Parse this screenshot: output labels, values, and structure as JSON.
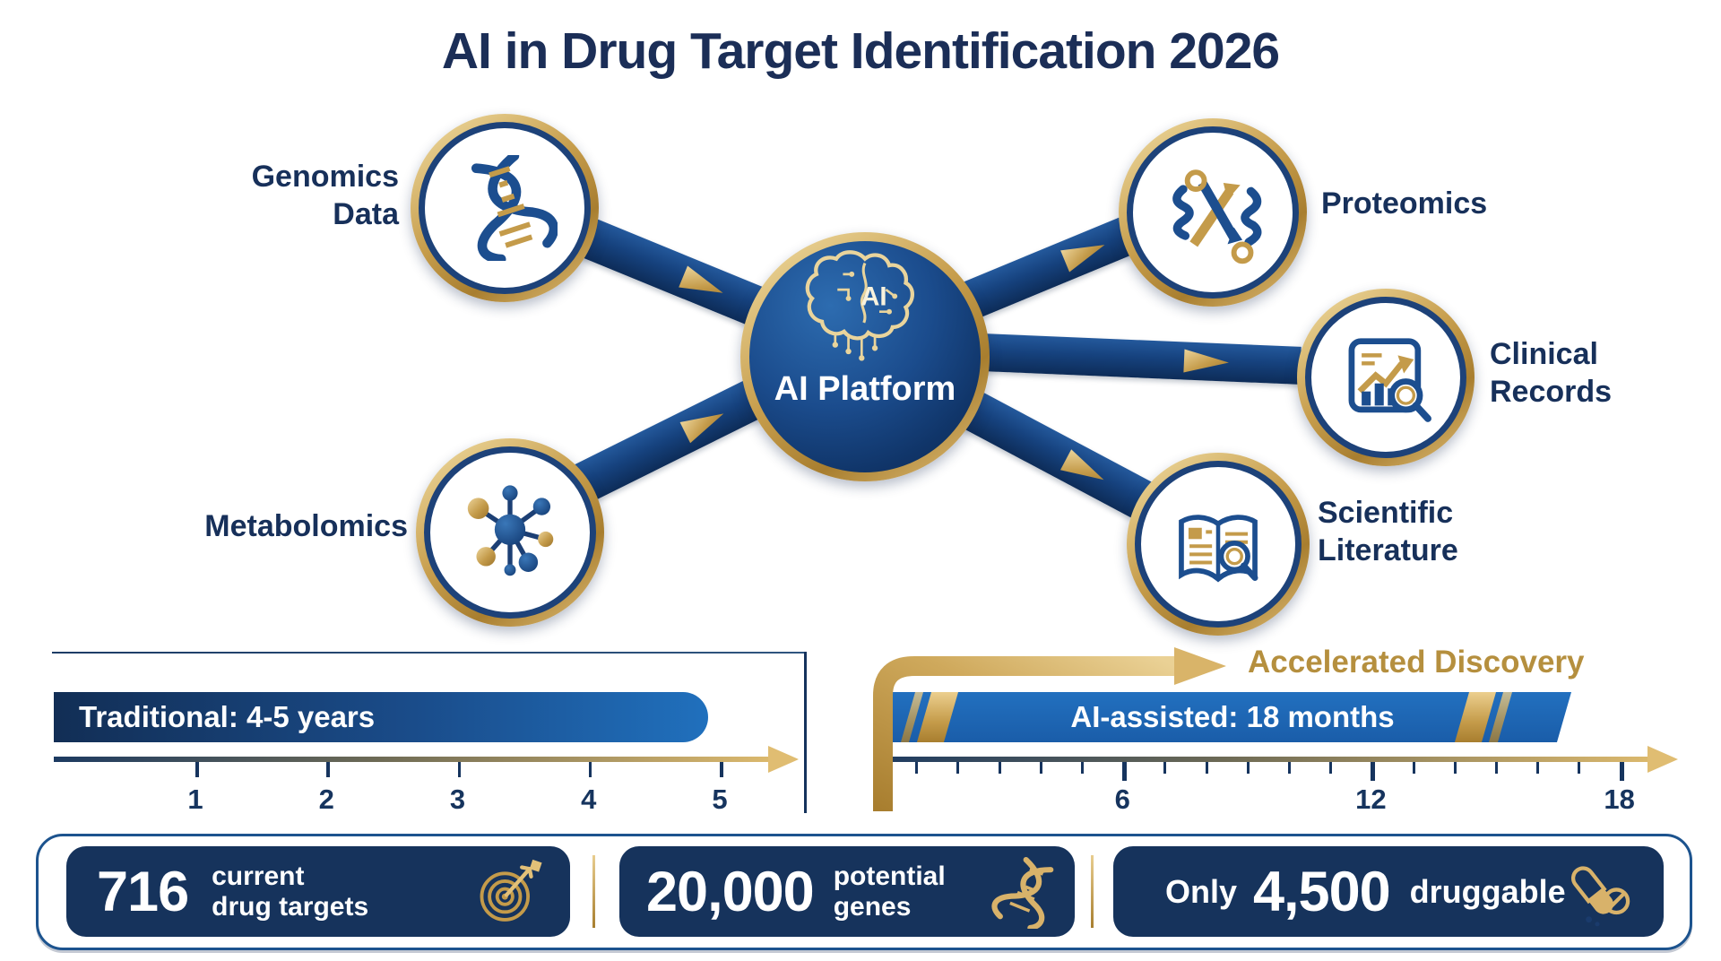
{
  "title": "AI in Drug Target Identification 2026",
  "center": {
    "label": "AI Platform",
    "icon_text": "AI",
    "icon": "brain-circuit"
  },
  "nodes": [
    {
      "id": "genomics",
      "line1": "Genomics",
      "line2": "Data",
      "icon": "dna-helix-icon"
    },
    {
      "id": "metabolomics",
      "line1": "Metabolomics",
      "line2": "",
      "icon": "molecule-icon"
    },
    {
      "id": "proteomics",
      "line1": "Proteomics",
      "line2": "",
      "icon": "protein-ribbon-icon"
    },
    {
      "id": "clinical",
      "line1": "Clinical",
      "line2": "Records",
      "icon": "chart-magnifier-icon"
    },
    {
      "id": "literature",
      "line1": "Scientific",
      "line2": "Literature",
      "icon": "book-magnifier-icon"
    }
  ],
  "timeline": {
    "traditional": {
      "label": "Traditional: 4-5 years",
      "unit": "years",
      "ticks": [
        "1",
        "2",
        "3",
        "4",
        "5"
      ]
    },
    "ai_assisted": {
      "label": "AI-assisted: 18 months",
      "unit": "months",
      "total_months": 18,
      "major_ticks": [
        "6",
        "12",
        "18"
      ]
    },
    "accelerated_label": "Accelerated Discovery"
  },
  "stats": {
    "items": [
      {
        "value": "716",
        "lines": [
          "current",
          "drug targets"
        ],
        "icon": "target-icon"
      },
      {
        "value": "20,000",
        "lines": [
          "potential",
          "genes"
        ],
        "icon": "dna-icon"
      },
      {
        "prefix": "Only",
        "value": "4,500",
        "suffix": "druggable",
        "icon": "pill-icon"
      }
    ]
  },
  "colors": {
    "navy": "#16345e",
    "gold": "#c49b4a",
    "bar_blue": "#1e68b5",
    "title_navy": "#1b2e57",
    "accent_text_gold": "#b58f3e"
  }
}
